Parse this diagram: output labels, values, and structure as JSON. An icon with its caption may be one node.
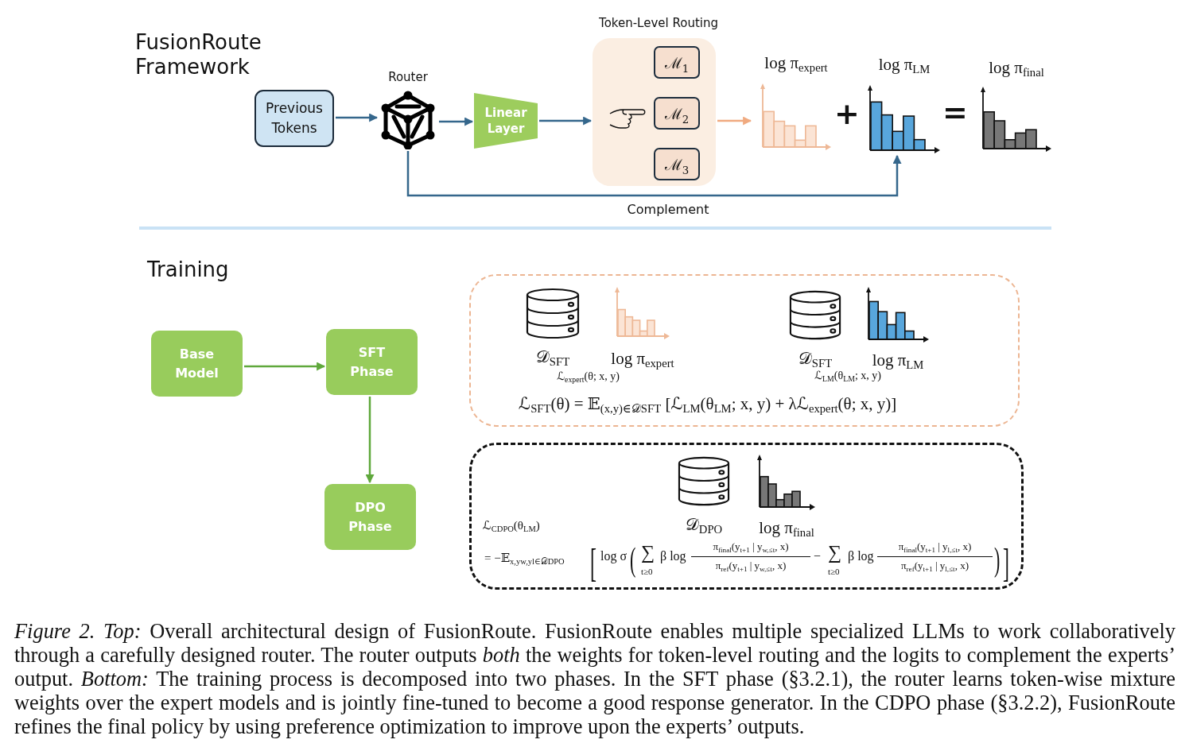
{
  "diagram": {
    "caption": "*Figure 2. Top:* Overall architectural design of FusionRoute. FusionRoute enables multiple specialized LLMs to work collaboratively through a carefully designed router. The router outputs *both* the weights for token-level routing and the logits to complement the experts’ output. *Bottom:* The training process is decomposed into two phases. In the SFT phase (§3.2.1), the router learns token-wise mixture weights over the expert models and is jointly fine-tuned to become a good response generator. In the CDPO phase (§3.2.2), FusionRoute refines the final policy by using preference optimization to improve upon the experts’ outputs.",
    "nodes": [
      {
        "text": [
          "Previous Tokens"
        ]
      },
      {
        "text": [
          "Router"
        ]
      },
      {
        "text": [
          "Linear Layer"
        ]
      },
      {
        "text": [
          "Token-Level Routing"
        ]
      },
      {
        "text": [
          "ℳ$_{1}$"
        ],
        "in": 3
      },
      {
        "text": [
          "ℳ$_{2}$"
        ],
        "in": 3
      },
      {
        "text": [
          "ℳ$_{3}$"
        ],
        "in": 3
      },
      {
        "text": [
          "log π$_{expert}$"
        ]
      },
      {
        "text": [
          "log π$_{LM}$"
        ]
      },
      {
        "text": [
          "log π$_{final}$"
        ]
      },
      {
        "text": [
          "Base Model"
        ]
      },
      {
        "text": [
          "SFT Phase"
        ]
      },
      {
        "text": [
          "DPO Phase"
        ]
      },
      {
        "text": [],
        "shape": "box"
      },
      {
        "text": [
          "𝒟$_{SFT}$"
        ],
        "in": 13
      },
      {
        "text": [
          "log π$_{expert}$"
        ],
        "in": 13
      },
      {
        "text": [
          "𝒟$_{SFT}$"
        ],
        "in": 13
      },
      {
        "text": [
          "log π$_{LM}$"
        ],
        "in": 13
      },
      {
        "text": [],
        "shape": "box"
      },
      {
        "text": [
          "𝒟$_{DPO}$"
        ],
        "in": 18
      },
      {
        "text": [
          "log π$_{final}$"
        ],
        "in": 18
      }
    ],
    "edges": [
      {
        "from": 0,
        "to": 1,
        "arrow": "to"
      },
      {
        "from": 1,
        "to": 2,
        "arrow": "to"
      },
      {
        "from": 2,
        "to": 3,
        "arrow": "to"
      },
      {
        "from": 3,
        "to": 7,
        "arrow": "to",
        "color": "#f0aa80"
      },
      {
        "from": 1,
        "to": 8,
        "arrow": "to",
        "label": "Complement"
      },
      {
        "from": 10,
        "to": 11,
        "arrow": "to",
        "color": "#5fa83c"
      },
      {
        "from": 11,
        "to": 12,
        "arrow": "to",
        "color": "#5fa83c"
      }
    ],
    "labels": [
      "FusionRoute Framework",
      "+",
      "=",
      "Training",
      "ℒ$_{expert}$(θ; x, y)",
      "ℒ$_{LM}$(θ$_{LM}$; x, y)",
      "ℒ$_{SFT}$(θ) = 𝔼$_{(x,y)∈𝒟SFT}$ [ℒ$_{LM}$(θ$_{LM}$; x, y) + λℒ$_{expert}$(θ; x, y)]",
      "ℒ$_{CDPO}$(θ$_{LM}$)",
      "= −𝔼$_{x,yw,yl∈𝒟DPO}$",
      "[",
      "log σ",
      "(",
      "∑",
      "t≥0",
      "β log",
      "π$_{final}$(y$_{t+1}$ | y$_{w,≤t}$, x)",
      "π$_{ref}$(y$_{t+1}$ | y$_{w,≤t}$, x)",
      "−",
      "∑",
      "t≥0",
      "β log",
      "π$_{final}$(y$_{t+1}$ | y$_{l,≤t}$, x)",
      "π$_{ref}$(y$_{t+1}$ | y$_{l,≤t}$, x)",
      ")",
      "]"
    ]
  }
}
